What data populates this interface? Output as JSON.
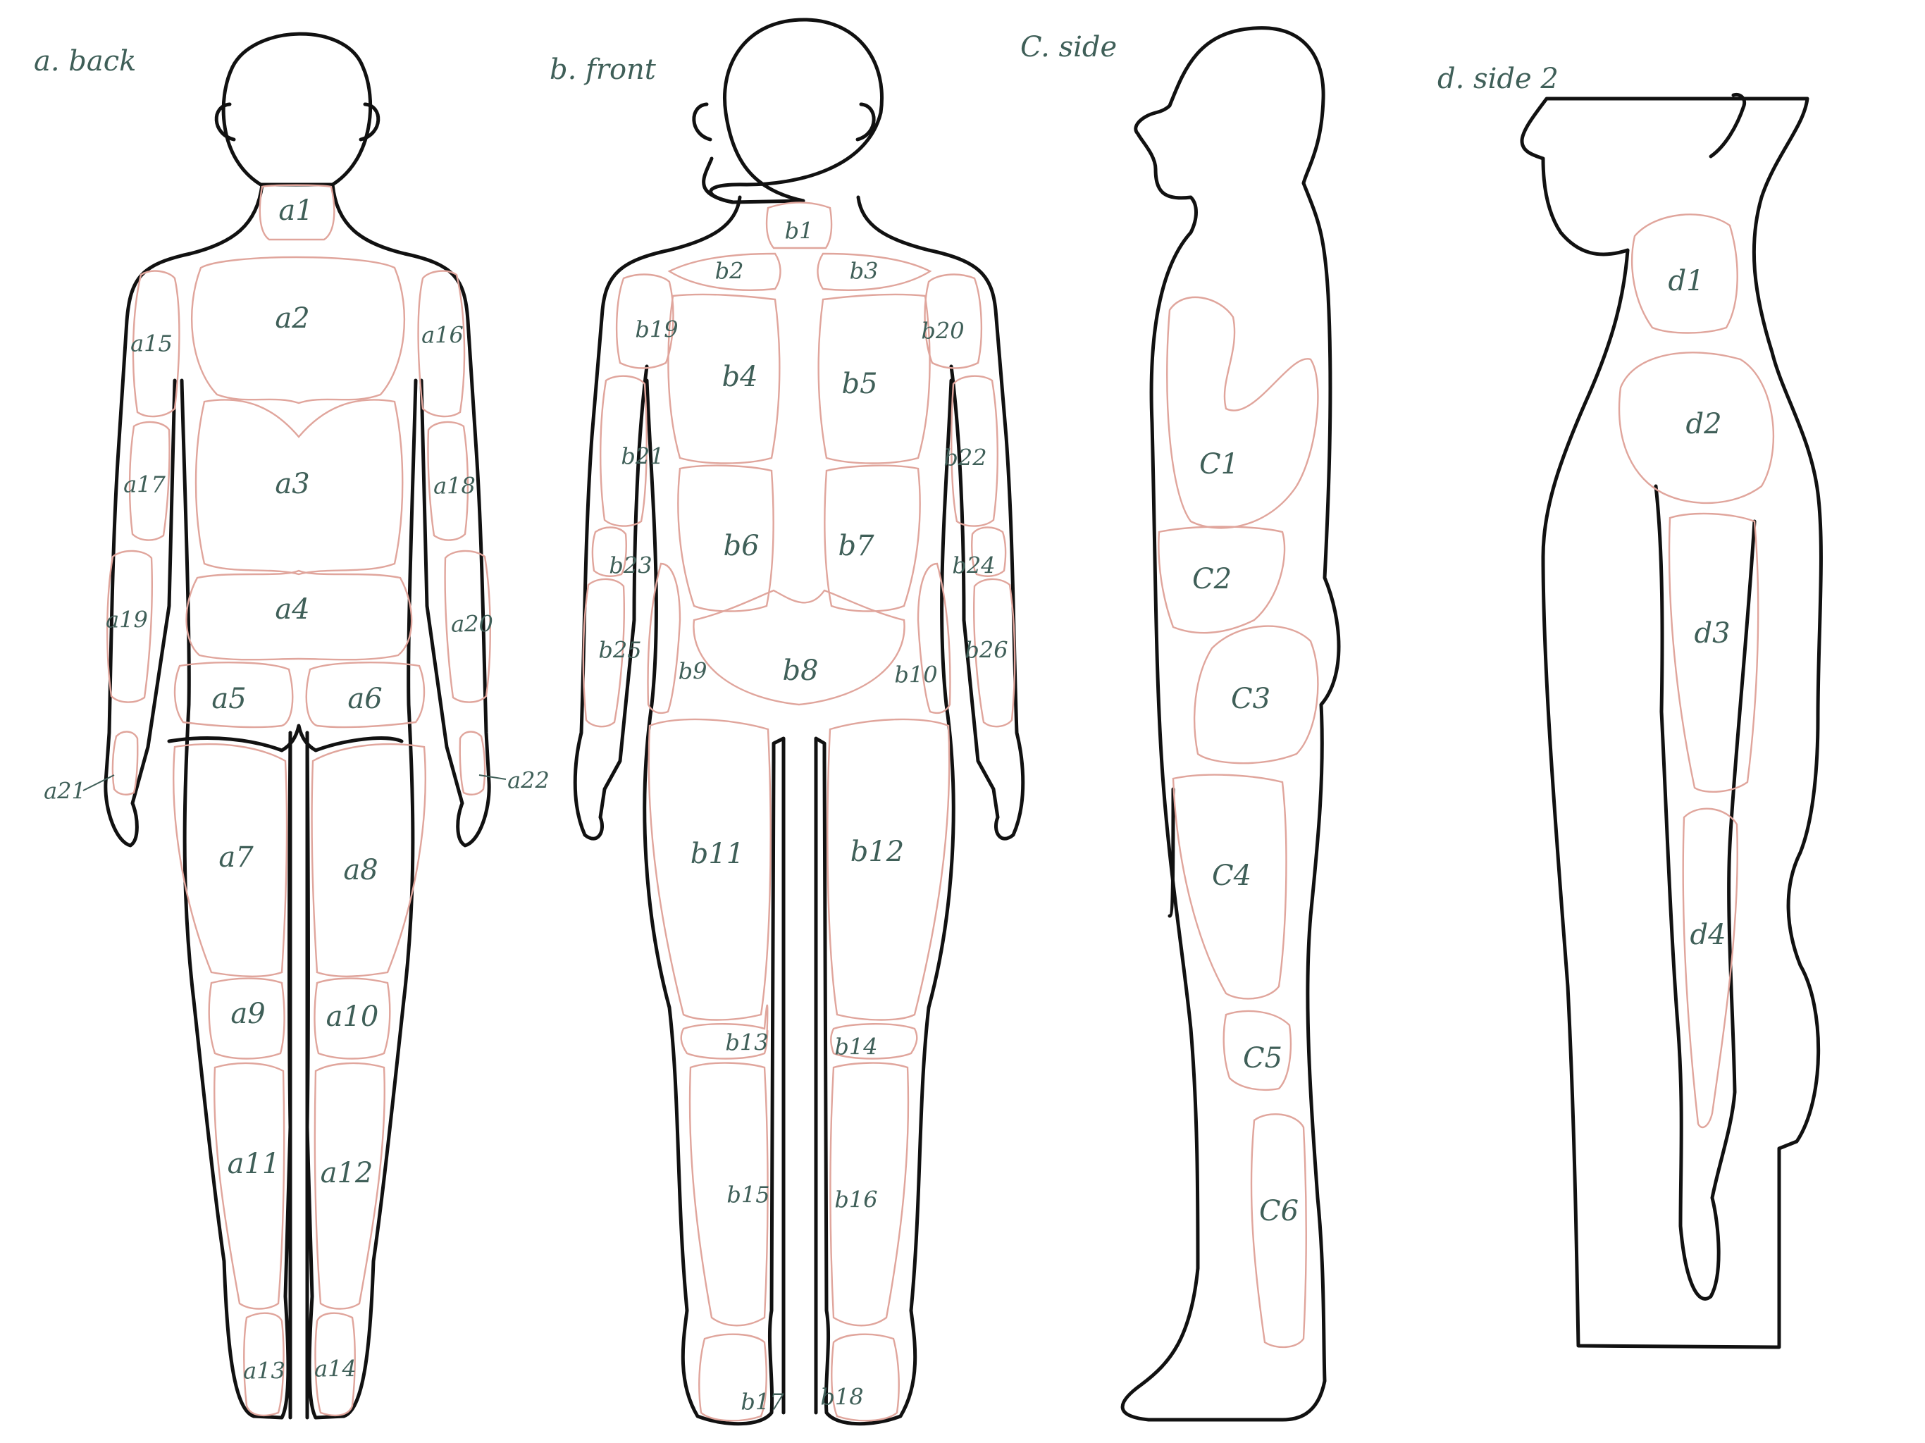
{
  "views": [
    {
      "key": "back",
      "title": "a. back"
    },
    {
      "key": "front",
      "title": "b. front"
    },
    {
      "key": "side",
      "title": "C. side"
    },
    {
      "key": "side2",
      "title": "d. side 2"
    }
  ],
  "colors": {
    "outline": "#111111",
    "region": "#e0a59c",
    "label": "#3f5f58",
    "background": "#ffffff"
  },
  "regions": {
    "back": [
      "a1",
      "a2",
      "a3",
      "a4",
      "a5",
      "a6",
      "a7",
      "a8",
      "a9",
      "a10",
      "a11",
      "a12",
      "a13",
      "a14",
      "a15",
      "a16",
      "a17",
      "a18",
      "a19",
      "a20",
      "a21",
      "a22"
    ],
    "front": [
      "b1",
      "b2",
      "b3",
      "b4",
      "b5",
      "b6",
      "b7",
      "b8",
      "b9",
      "b10",
      "b11",
      "b12",
      "b13",
      "b14",
      "b15",
      "b16",
      "b17",
      "b18",
      "b19",
      "b20",
      "b21",
      "b22",
      "b23",
      "b24",
      "b25",
      "b26"
    ],
    "side": [
      "C1",
      "C2",
      "C3",
      "C4",
      "C5",
      "C6"
    ],
    "side2": [
      "d1",
      "d2",
      "d3",
      "d4"
    ]
  }
}
